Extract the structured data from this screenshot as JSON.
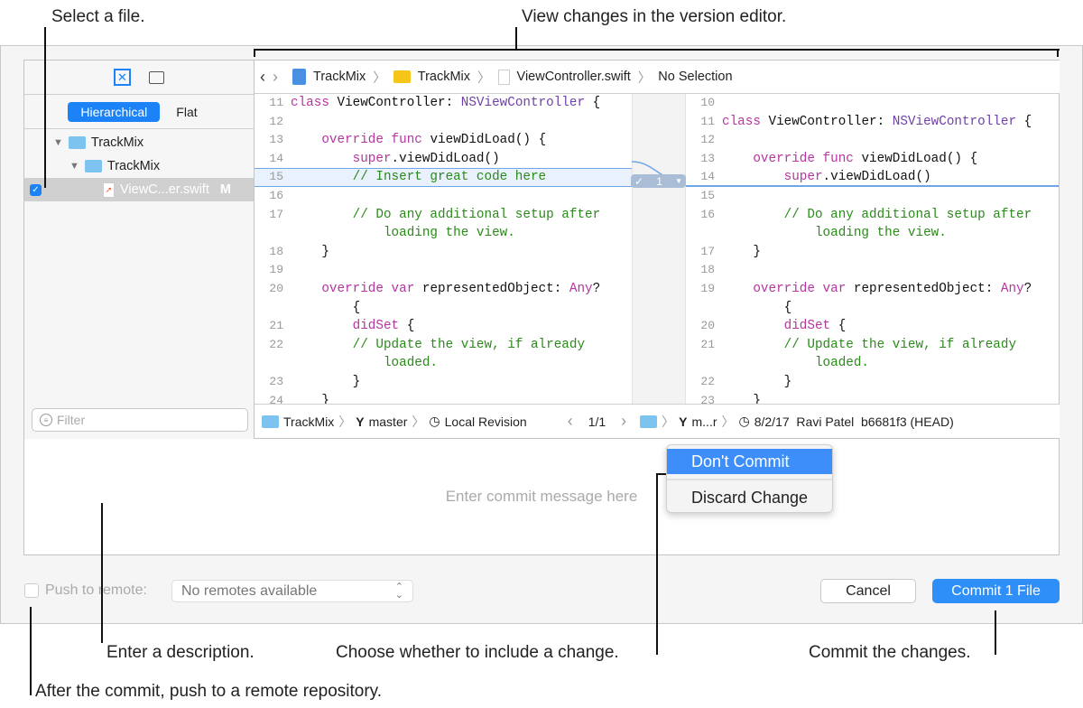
{
  "annotations": {
    "select_file": "Select a file.",
    "view_changes": "View changes in the version editor.",
    "enter_description": "Enter a description.",
    "choose_change": "Choose whether to include a change.",
    "commit_changes": "Commit the changes.",
    "push_remote": "After the commit, push to a remote repository."
  },
  "sidebar": {
    "modes": [
      "Hierarchical",
      "Flat"
    ],
    "tree": [
      {
        "label": "TrackMix",
        "level": 0
      },
      {
        "label": "TrackMix",
        "level": 1
      },
      {
        "label": "ViewC...er.swift",
        "status": "M",
        "level": 2,
        "checked": true
      }
    ],
    "filter_placeholder": "Filter"
  },
  "jumpbar": {
    "items": [
      "TrackMix",
      "TrackMix",
      "ViewController.swift",
      "No Selection"
    ]
  },
  "left_code": [
    {
      "n": "11",
      "s": [
        [
          "kw",
          "class "
        ],
        [
          "pl",
          "ViewController: "
        ],
        [
          "ty",
          "NSViewController"
        ],
        [
          "pl",
          " {"
        ]
      ]
    },
    {
      "n": "12",
      "s": []
    },
    {
      "n": "13",
      "s": [
        [
          "pl",
          "    "
        ],
        [
          "kw",
          "override func "
        ],
        [
          "pl",
          "viewDidLoad() {"
        ]
      ]
    },
    {
      "n": "14",
      "s": [
        [
          "pl",
          "        "
        ],
        [
          "kw",
          "super"
        ],
        [
          "pl",
          ".viewDidLoad()"
        ]
      ]
    },
    {
      "n": "15",
      "s": [
        [
          "cm",
          "        // Insert great code here"
        ]
      ],
      "hl": true
    },
    {
      "n": "16",
      "s": []
    },
    {
      "n": "17",
      "s": [
        [
          "cm",
          "        // Do any additional setup after"
        ]
      ]
    },
    {
      "n": "",
      "s": [
        [
          "cm",
          "            loading the view."
        ]
      ]
    },
    {
      "n": "18",
      "s": [
        [
          "pl",
          "    }"
        ]
      ]
    },
    {
      "n": "19",
      "s": []
    },
    {
      "n": "20",
      "s": [
        [
          "pl",
          "    "
        ],
        [
          "kw",
          "override var "
        ],
        [
          "pl",
          "representedObject: "
        ],
        [
          "kw",
          "Any"
        ],
        [
          "pl",
          "?"
        ]
      ]
    },
    {
      "n": "",
      "s": [
        [
          "pl",
          "        {"
        ]
      ]
    },
    {
      "n": "21",
      "s": [
        [
          "pl",
          "        "
        ],
        [
          "kw",
          "didSet"
        ],
        [
          "pl",
          " {"
        ]
      ]
    },
    {
      "n": "22",
      "s": [
        [
          "cm",
          "        // Update the view, if already"
        ]
      ]
    },
    {
      "n": "",
      "s": [
        [
          "cm",
          "            loaded."
        ]
      ]
    },
    {
      "n": "23",
      "s": [
        [
          "pl",
          "        }"
        ]
      ]
    },
    {
      "n": "24",
      "s": [
        [
          "pl",
          "    }"
        ]
      ]
    }
  ],
  "right_code": [
    {
      "n": "10",
      "s": []
    },
    {
      "n": "11",
      "s": [
        [
          "kw",
          "class "
        ],
        [
          "pl",
          "ViewController: "
        ],
        [
          "ty",
          "NSViewController"
        ],
        [
          "pl",
          " {"
        ]
      ]
    },
    {
      "n": "12",
      "s": []
    },
    {
      "n": "13",
      "s": [
        [
          "pl",
          "    "
        ],
        [
          "kw",
          "override func "
        ],
        [
          "pl",
          "viewDidLoad() {"
        ]
      ]
    },
    {
      "n": "14",
      "s": [
        [
          "pl",
          "        "
        ],
        [
          "kw",
          "super"
        ],
        [
          "pl",
          ".viewDidLoad()"
        ]
      ]
    },
    {
      "n": "15",
      "s": []
    },
    {
      "n": "16",
      "s": [
        [
          "cm",
          "        // Do any additional setup after"
        ]
      ]
    },
    {
      "n": "",
      "s": [
        [
          "cm",
          "            loading the view."
        ]
      ]
    },
    {
      "n": "17",
      "s": [
        [
          "pl",
          "    }"
        ]
      ]
    },
    {
      "n": "18",
      "s": []
    },
    {
      "n": "19",
      "s": [
        [
          "pl",
          "    "
        ],
        [
          "kw",
          "override var "
        ],
        [
          "pl",
          "representedObject: "
        ],
        [
          "kw",
          "Any"
        ],
        [
          "pl",
          "?"
        ]
      ]
    },
    {
      "n": "",
      "s": [
        [
          "pl",
          "        {"
        ]
      ]
    },
    {
      "n": "20",
      "s": [
        [
          "pl",
          "        "
        ],
        [
          "kw",
          "didSet"
        ],
        [
          "pl",
          " {"
        ]
      ]
    },
    {
      "n": "21",
      "s": [
        [
          "cm",
          "        // Update the view, if already"
        ]
      ]
    },
    {
      "n": "",
      "s": [
        [
          "cm",
          "            loaded."
        ]
      ]
    },
    {
      "n": "22",
      "s": [
        [
          "pl",
          "        }"
        ]
      ]
    },
    {
      "n": "23",
      "s": [
        [
          "pl",
          "    }"
        ]
      ]
    }
  ],
  "change_badge": {
    "count": "1"
  },
  "menu": {
    "items": [
      "Don't Commit",
      "Discard Change"
    ]
  },
  "bottom_bar": {
    "left": [
      "TrackMix",
      "master",
      "Local Revision"
    ],
    "counter": "1/1",
    "right": [
      "m...r",
      "8/2/17  Ravi Patel  b6681f3 (HEAD)"
    ]
  },
  "commit_message_placeholder": "Enter commit message here",
  "footer": {
    "push_label": "Push to remote:",
    "remote_select": "No remotes available",
    "cancel": "Cancel",
    "commit": "Commit 1 File"
  },
  "colors": {
    "accent": "#1b82f7",
    "keyword": "#b4369f",
    "type": "#6f41a8",
    "comment": "#2a8a1a"
  }
}
